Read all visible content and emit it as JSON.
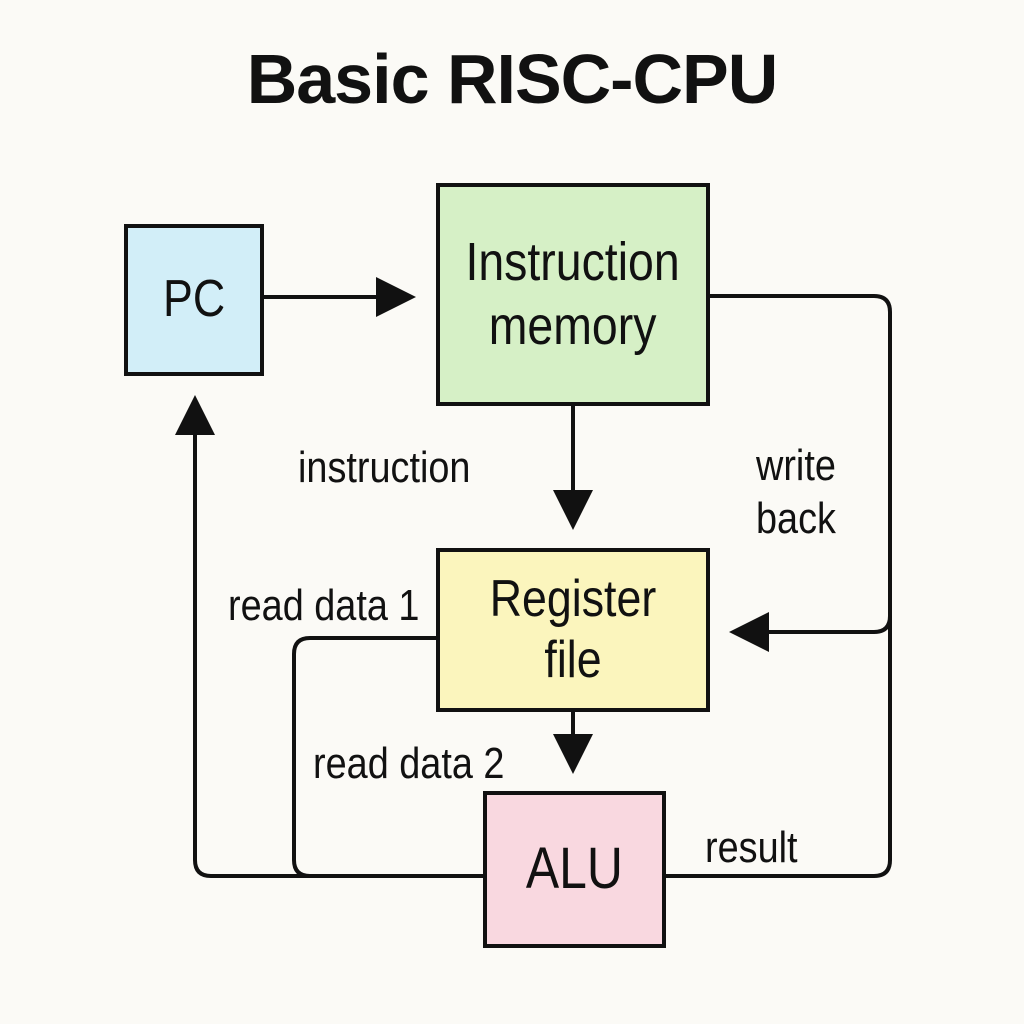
{
  "title": "Basic RISC-CPU",
  "blocks": {
    "pc": "PC",
    "instruction_memory": [
      "Instruction",
      "memory"
    ],
    "register_file": "Register file",
    "alu": "ALU"
  },
  "labels": {
    "instruction": "instruction",
    "write_back": [
      "write",
      "back"
    ],
    "read_data_1": "read data 1",
    "read_data_2": "read data 2",
    "result": "result"
  },
  "colors": {
    "background": "#fbfaf6",
    "pc": "#d2eef8",
    "instruction_memory": "#d6f0c6",
    "register_file": "#fbf5bd",
    "alu": "#f9d8e0",
    "line": "#111111"
  }
}
